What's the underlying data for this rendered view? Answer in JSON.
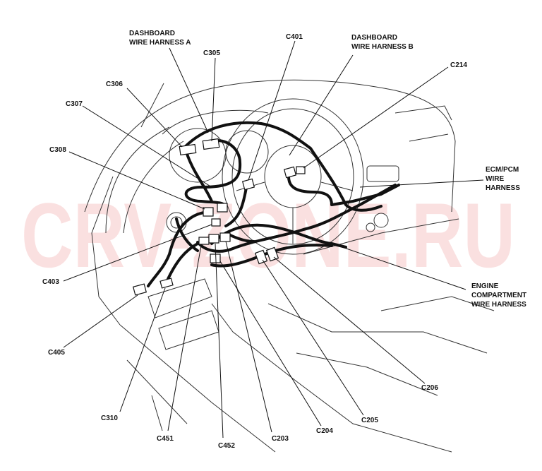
{
  "watermark": "CRV-ZONE.RU",
  "labels": {
    "dashboard_a": [
      "DASHBOARD",
      "WIRE HARNESS A"
    ],
    "dashboard_b": [
      "DASHBOARD",
      "WIRE HARNESS B"
    ],
    "ecm": [
      "ECM/PCM",
      "WIRE",
      "HARNESS"
    ],
    "engine": [
      "ENGINE",
      "COMPARTMENT",
      "WIRE HARNESS"
    ],
    "c305": "C305",
    "c306": "C306",
    "c307": "C307",
    "c308": "C308",
    "c401": "C401",
    "c214": "C214",
    "c403": "C403",
    "c405": "C405",
    "c310": "C310",
    "c451": "C451",
    "c452": "C452",
    "c203": "C203",
    "c204": "C204",
    "c205": "C205",
    "c206": "C206"
  }
}
